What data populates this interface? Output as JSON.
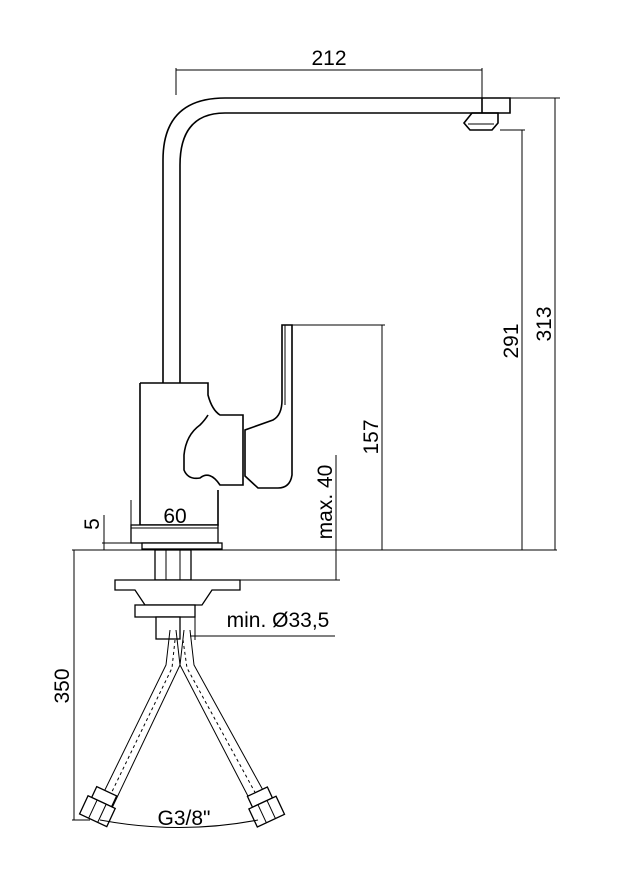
{
  "dimensions": {
    "spout_reach": "212",
    "total_height": "313",
    "spout_height": "291",
    "handle_height": "157",
    "max_deck_thickness": "max. 40",
    "base_width": "60",
    "base_height": "5",
    "hole_diameter": "min. Ø33,5",
    "hose_length": "350",
    "thread": "G3/8\""
  }
}
